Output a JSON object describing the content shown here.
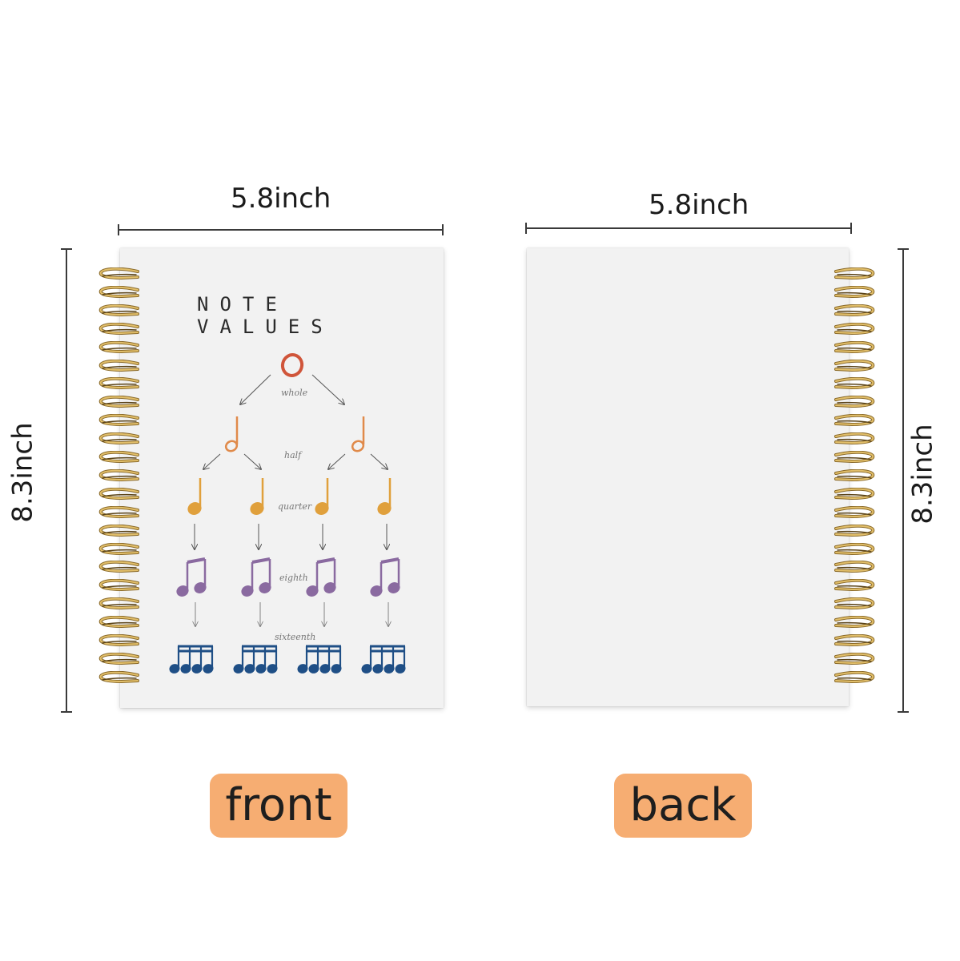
{
  "dimensions": {
    "front_width": "5.8inch",
    "front_height": "8.3inch",
    "back_width": "5.8inch",
    "back_height": "8.3inch"
  },
  "front_cover": {
    "title": "NOTE VALUES",
    "labels": {
      "whole": "whole",
      "half": "half",
      "quarter": "quarter",
      "eighth": "eighth",
      "sixteenth": "sixteenth"
    },
    "colors": {
      "whole": "#d0553a",
      "half": "#e08a4a",
      "quarter": "#e0a03c",
      "eighth": "#8a6aa0",
      "sixteenth": "#1f4f86"
    }
  },
  "captions": {
    "front": "front",
    "back": "back"
  },
  "colors": {
    "badge": "#f6ad72",
    "binding": "#c9a04a"
  }
}
